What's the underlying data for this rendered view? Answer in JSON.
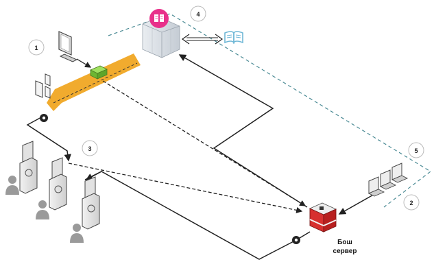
{
  "markers": {
    "m1": "1",
    "m2": "2",
    "m3": "3",
    "m4": "4",
    "m5": "5"
  },
  "main_server": {
    "label_line1": "Бош",
    "label_line2": "сервер"
  },
  "icons": {
    "db_server": "database-server-icon",
    "book": "open-book-icon",
    "book_badge": "book-badge-icon",
    "monitor": "desktop-monitor-icon",
    "tablet": "tablet-icon",
    "phone": "phone-icon",
    "router": "router-icon",
    "kiosk": "self-service-kiosk-icon",
    "user": "user-icon",
    "laptop": "laptop-icon",
    "connector": "connector-node-icon"
  },
  "colors": {
    "highlight_band": "#f0a623",
    "router": "#7ac943",
    "badge": "#e8308a",
    "server_red": "#d7302f",
    "dashed_boundary": "#4a8a94",
    "book": "#6fb7d6"
  }
}
